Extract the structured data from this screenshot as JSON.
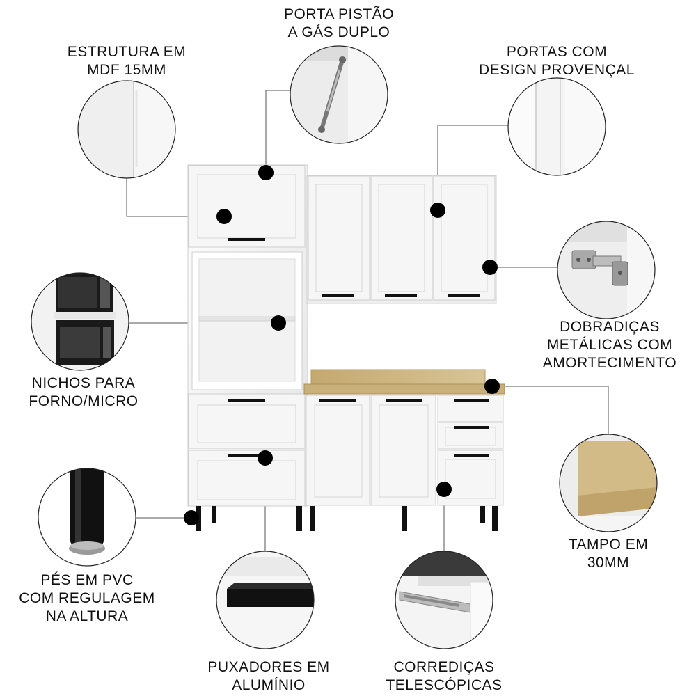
{
  "features": {
    "gas_piston": {
      "line1": "PORTA PISTÃO",
      "line2": "A GÁS DUPLO"
    },
    "mdf_structure": {
      "line1": "ESTRUTURA EM",
      "line2": "MDF 15MM"
    },
    "provencal_doors": {
      "line1": "PORTAS COM",
      "line2": "DESIGN PROVENÇAL"
    },
    "metal_hinges": {
      "line1": "DOBRADIÇAS",
      "line2": "METÁLICAS COM",
      "line3": "AMORTECIMENTO"
    },
    "oven_niches": {
      "line1": "NICHOS PARA",
      "line2": "FORNO/MICRO"
    },
    "countertop": {
      "line1": "TAMPO EM",
      "line2": "30MM"
    },
    "pvc_feet": {
      "line1": "PÉS EM PVC",
      "line2": "COM REGULAGEM",
      "line3": "NA ALTURA"
    },
    "aluminum_handles": {
      "line1": "PUXADORES EM",
      "line2": "ALUMÍNIO"
    },
    "telescopic_slides": {
      "line1": "CORREDIÇAS",
      "line2": "TELESCÓPICAS"
    }
  },
  "colors": {
    "cabinet_white": "#f4f4f4",
    "handle_black": "#111111",
    "countertop_wood": "#c8b27f",
    "callout_line": "#555555"
  }
}
